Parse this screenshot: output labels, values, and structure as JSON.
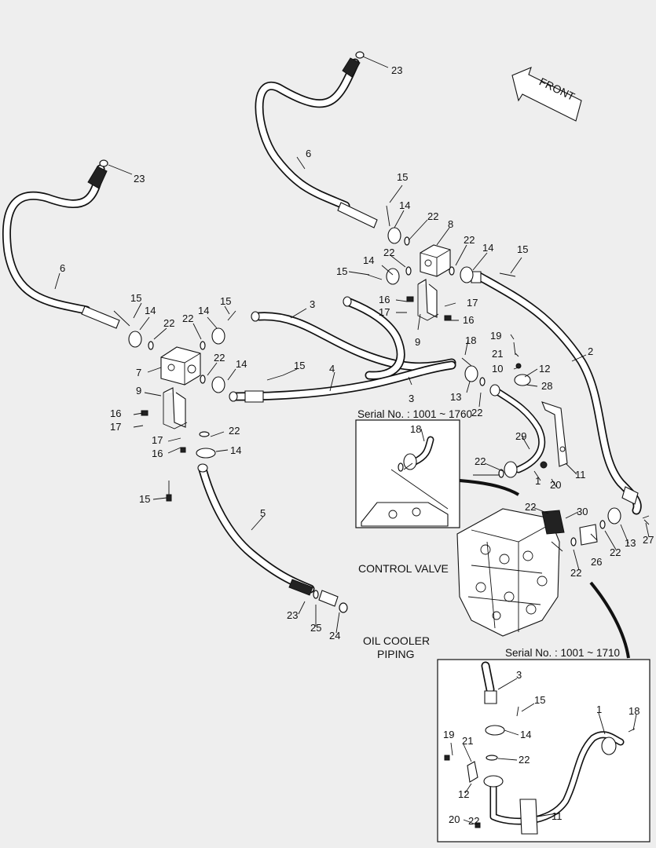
{
  "labels": {
    "front": "FRONT",
    "control_valve": "CONTROL VALVE",
    "oil_cooler_line1": "OIL COOLER",
    "oil_cooler_line2": "PIPING",
    "inset_top_serial": "Serial No. : 1001 ~ 1760",
    "inset_bottom_serial": "Serial No. : 1001 ~ 1710"
  },
  "callouts": [
    {
      "id": "c23a",
      "text": "23"
    },
    {
      "id": "c23b",
      "text": "23"
    },
    {
      "id": "c23c",
      "text": "23"
    },
    {
      "id": "c6a",
      "text": "6"
    },
    {
      "id": "c6b",
      "text": "6"
    },
    {
      "id": "c15a",
      "text": "15"
    },
    {
      "id": "c15b",
      "text": "15"
    },
    {
      "id": "c15c",
      "text": "15"
    },
    {
      "id": "c15d",
      "text": "15"
    },
    {
      "id": "c15e",
      "text": "15"
    },
    {
      "id": "c15f",
      "text": "15"
    },
    {
      "id": "c15g",
      "text": "15"
    },
    {
      "id": "c15h",
      "text": "15"
    },
    {
      "id": "c14a",
      "text": "14"
    },
    {
      "id": "c14b",
      "text": "14"
    },
    {
      "id": "c14c",
      "text": "14"
    },
    {
      "id": "c14d",
      "text": "14"
    },
    {
      "id": "c14e",
      "text": "14"
    },
    {
      "id": "c14f",
      "text": "14"
    },
    {
      "id": "c14g",
      "text": "14"
    },
    {
      "id": "c14h",
      "text": "14"
    },
    {
      "id": "c22a",
      "text": "22"
    },
    {
      "id": "c22b",
      "text": "22"
    },
    {
      "id": "c22c",
      "text": "22"
    },
    {
      "id": "c22d",
      "text": "22"
    },
    {
      "id": "c22e",
      "text": "22"
    },
    {
      "id": "c22f",
      "text": "22"
    },
    {
      "id": "c22g",
      "text": "22"
    },
    {
      "id": "c22h",
      "text": "22"
    },
    {
      "id": "c22i",
      "text": "22"
    },
    {
      "id": "c22j",
      "text": "22"
    },
    {
      "id": "c22k",
      "text": "22"
    },
    {
      "id": "c22l",
      "text": "22"
    },
    {
      "id": "c22m",
      "text": "22"
    },
    {
      "id": "c22n",
      "text": "22"
    },
    {
      "id": "c8",
      "text": "8"
    },
    {
      "id": "c3a",
      "text": "3"
    },
    {
      "id": "c3b",
      "text": "3"
    },
    {
      "id": "c3c",
      "text": "3"
    },
    {
      "id": "c4",
      "text": "4"
    },
    {
      "id": "c5",
      "text": "5"
    },
    {
      "id": "c7",
      "text": "7"
    },
    {
      "id": "c9a",
      "text": "9"
    },
    {
      "id": "c9b",
      "text": "9"
    },
    {
      "id": "c16a",
      "text": "16"
    },
    {
      "id": "c16b",
      "text": "16"
    },
    {
      "id": "c16c",
      "text": "16"
    },
    {
      "id": "c16d",
      "text": "16"
    },
    {
      "id": "c17a",
      "text": "17"
    },
    {
      "id": "c17b",
      "text": "17"
    },
    {
      "id": "c17c",
      "text": "17"
    },
    {
      "id": "c17d",
      "text": "17"
    },
    {
      "id": "c2",
      "text": "2"
    },
    {
      "id": "c1a",
      "text": "1"
    },
    {
      "id": "c1b",
      "text": "1"
    },
    {
      "id": "c10",
      "text": "10"
    },
    {
      "id": "c11a",
      "text": "11"
    },
    {
      "id": "c11b",
      "text": "11"
    },
    {
      "id": "c12a",
      "text": "12"
    },
    {
      "id": "c12b",
      "text": "12"
    },
    {
      "id": "c13a",
      "text": "13"
    },
    {
      "id": "c13b",
      "text": "13"
    },
    {
      "id": "c18a",
      "text": "18"
    },
    {
      "id": "c18b",
      "text": "18"
    },
    {
      "id": "c18c",
      "text": "18"
    },
    {
      "id": "c19a",
      "text": "19"
    },
    {
      "id": "c19b",
      "text": "19"
    },
    {
      "id": "c20a",
      "text": "20"
    },
    {
      "id": "c20b",
      "text": "20"
    },
    {
      "id": "c21a",
      "text": "21"
    },
    {
      "id": "c21b",
      "text": "21"
    },
    {
      "id": "c24",
      "text": "24"
    },
    {
      "id": "c25",
      "text": "25"
    },
    {
      "id": "c26",
      "text": "26"
    },
    {
      "id": "c27",
      "text": "27"
    },
    {
      "id": "c28",
      "text": "28"
    },
    {
      "id": "c29",
      "text": "29"
    },
    {
      "id": "c30",
      "text": "30"
    }
  ]
}
